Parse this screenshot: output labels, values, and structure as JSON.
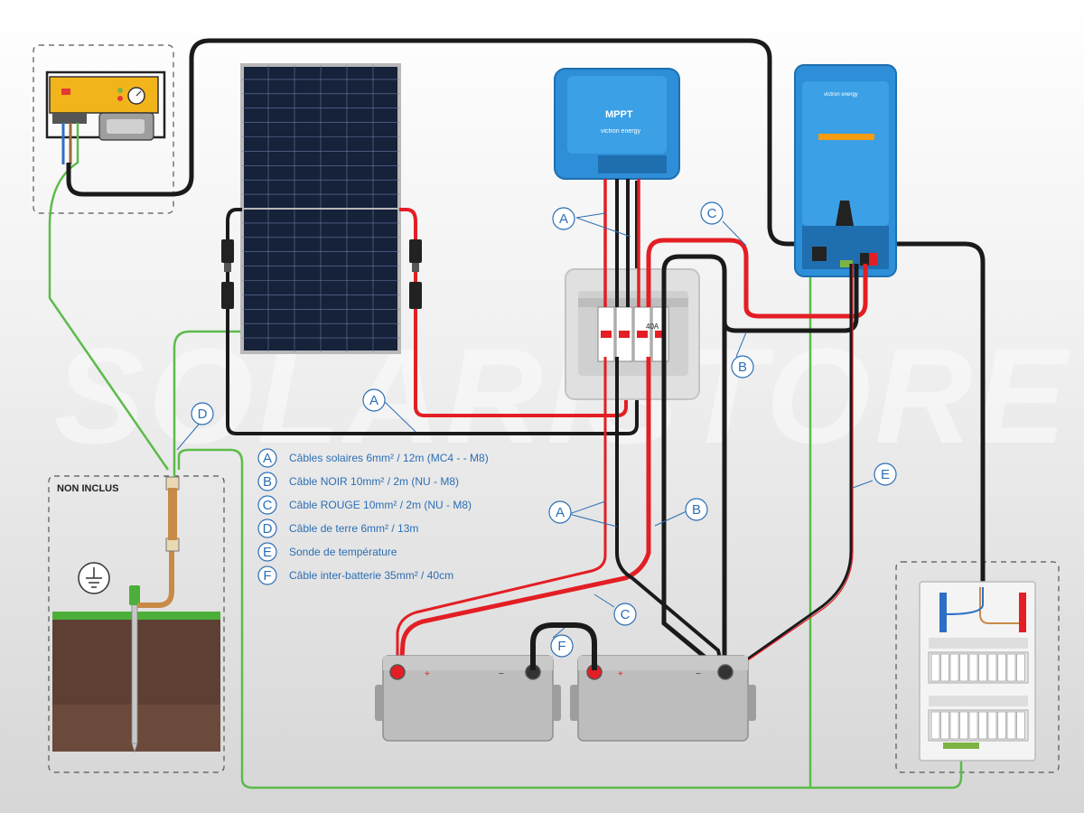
{
  "watermark": "SOLARISTORE",
  "non_inclus_label": "NON INCLUS",
  "mppt": {
    "label": "MPPT",
    "brand": "victron energy"
  },
  "inverter": {
    "brand": "victron energy"
  },
  "breaker_rating": "40A",
  "legend": [
    {
      "letter": "A",
      "text": "Câbles solaires 6mm² / 12m (MC4 - - M8)"
    },
    {
      "letter": "B",
      "text": "Câble NOIR 10mm² / 2m (NU - M8)"
    },
    {
      "letter": "C",
      "text": "Câble ROUGE 10mm² / 2m (NU - M8)"
    },
    {
      "letter": "D",
      "text": "Câble de terre 6mm² / 13m"
    },
    {
      "letter": "E",
      "text": "Sonde de température"
    },
    {
      "letter": "F",
      "text": "Câble inter-batterie 35mm² / 40cm"
    }
  ],
  "callouts": {
    "a": "A",
    "b": "B",
    "c": "C",
    "d": "D",
    "e": "E",
    "f": "F"
  },
  "colors": {
    "cable_black": "#1a1a1a",
    "cable_red": "#e31e24",
    "cable_green": "#5cbb4a",
    "victron_blue": "#2e8fd8",
    "callout_blue": "#2c6fb4",
    "battery_grey": "#bdbdbd"
  }
}
